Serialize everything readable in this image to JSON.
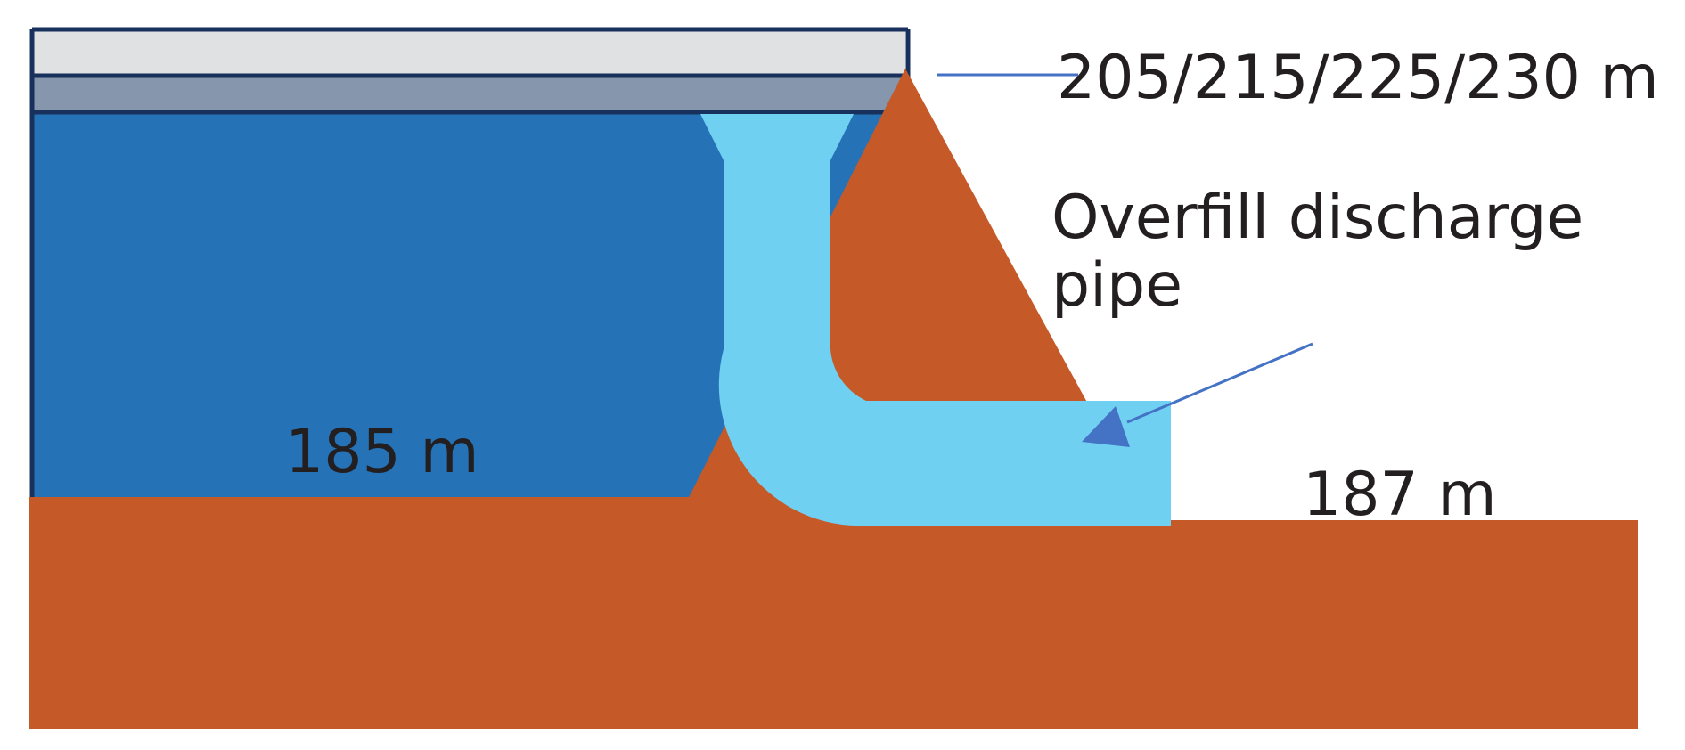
{
  "labels": {
    "crest_levels": "205/215/225/230 m",
    "pipe_name_line1": "Overfill discharge",
    "pipe_name_line2": "pipe",
    "reservoir_floor_level": "185 m",
    "downstream_ground_level": "187 m"
  },
  "colors": {
    "ground": "#c55a28",
    "water": "#2573b6",
    "pipe": "#70d0f2",
    "upper_layer": "#e0e1e3",
    "middle_layer": "#8596ad",
    "frame": "#17305c",
    "leader_line": "#4472c4",
    "text": "#231f20"
  }
}
